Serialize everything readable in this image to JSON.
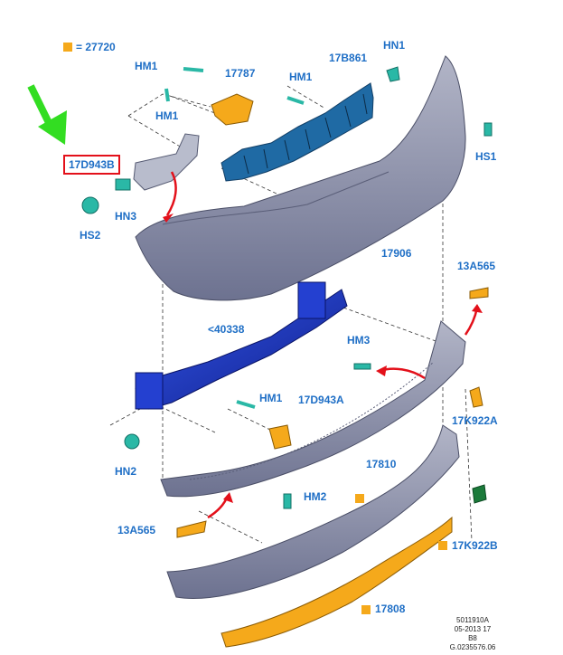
{
  "legend": {
    "color": "#f5a91b",
    "text": "= 27720"
  },
  "parts": {
    "hm1_a": "HM1",
    "hm1_b": "HM1",
    "hm1_c": "HM1",
    "hm1_d": "HM1",
    "p17787": "17787",
    "p17b861": "17B861",
    "hn1": "HN1",
    "hs1": "HS1",
    "p17d943b": "17D943B",
    "hn3": "HN3",
    "hs2": "HS2",
    "p17906": "17906",
    "p13a565_top": "13A565",
    "p40338": "<40338",
    "hm3": "HM3",
    "p17d943a": "17D943A",
    "p17k922a": "17K922A",
    "hn2": "HN2",
    "p17810": "17810",
    "hm2": "HM2",
    "p13a565_bot": "13A565",
    "p17k922b": "17K922B",
    "p17808": "17808"
  },
  "ref": {
    "line1": "5011910A",
    "line2": "05-2013 17",
    "line3": "B8",
    "line4": "G.0235576.06"
  },
  "colors": {
    "label": "#1f6fc6",
    "highlight": "#e3101a",
    "pointer": "#33dd22",
    "bumper": "#8e93ad",
    "beam": "#1a35c8",
    "absorber": "#1f6aa4",
    "orange": "#f5a91b"
  }
}
